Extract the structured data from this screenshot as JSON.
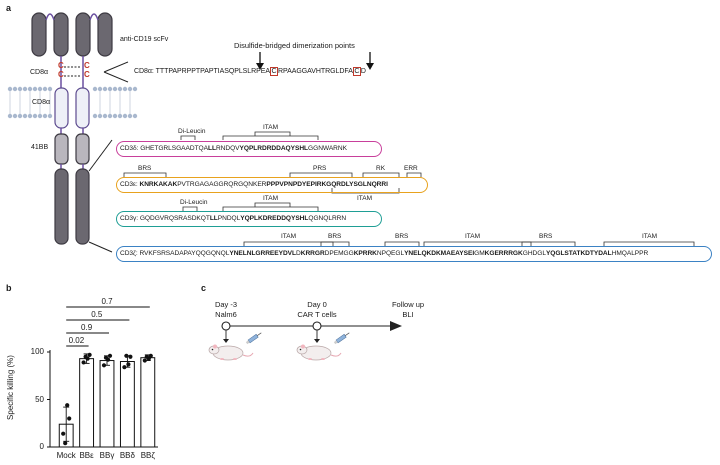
{
  "panel_a": {
    "letter": "a",
    "scfv_label": "anti-CD19 scFv",
    "cd8a_label": "CD8α",
    "cd8a_tm_label": "CD8α",
    "c_left": [
      "C",
      "C"
    ],
    "c_right": [
      "C",
      "C"
    ],
    "bb_label": "41BB",
    "dimer_label": "Disulfide-bridged dimerization points",
    "cd8a_seq": "CD8α: TTTPAPRPPTPAPTIASQPLSLRPEA",
    "cd8a_seq_c1": "C",
    "cd8a_seq_mid": "RPAAGGAVHTRGLDFA",
    "cd8a_seq_c2": "C",
    "cd8a_seq_end": "D",
    "domains": [
      {
        "name": "CD3δ",
        "color": "#c83f9b",
        "labels": [
          "Di-Leucin",
          "ITAM"
        ],
        "seq_plain1": "CD3δ: GHETGRLSGAADTQA",
        "seq_bold1": "LL",
        "seq_plain2": "RNDQV",
        "seq_bold2": "YQPLRDRDDAQYSHL",
        "seq_plain3": "GGNWARNK"
      },
      {
        "name": "CD3ε",
        "color": "#e8a21e",
        "labels": [
          "BRS",
          "PRS",
          "RK",
          "ERR",
          "ITAM"
        ],
        "seq_plain1": "CD3ε: ",
        "seq_bold1": "KNRKAKAK",
        "seq_plain2": "PVTRGAGAGGRQRGQNKER",
        "seq_bold2": "PPPVPNPDYEPIRKGQRDLYSGLNQRRI",
        "seq_plain3": ""
      },
      {
        "name": "CD3γ",
        "color": "#1f9e95",
        "labels": [
          "Di-Leucin",
          "ITAM"
        ],
        "seq_plain1": "CD3γ: GQDGVRQSRASDKQT",
        "seq_bold1": "LL",
        "seq_plain2": "PNDQL",
        "seq_bold2": "YQPLKDREDDQYSHL",
        "seq_plain3": "QGNQLRRN"
      },
      {
        "name": "CD3ζ",
        "color": "#3b82c4",
        "labels": [
          "ITAM",
          "BRS",
          "BRS",
          "ITAM",
          "BRS",
          "ITAM"
        ],
        "seq_p1": "CD3ζ: RVKFSRSADAPAYQQGQNQL",
        "seq_b1": "YNELNLGRREEYDVL",
        "seq_p2": "D",
        "seq_b2": "KRRGR",
        "seq_p3": "DPEMGG",
        "seq_b3": "KPRRK",
        "seq_p4": "NPQEGL",
        "seq_b4": "YNELQKDKMAEAYSEI",
        "seq_p5": "GM",
        "seq_b5": "KGERRRGK",
        "seq_p6": "GHDGL",
        "seq_b6": "YQGLSTATKDTYDAL",
        "seq_p7": "HMQALPPR"
      }
    ]
  },
  "panel_b": {
    "letter": "b",
    "chart_data": {
      "type": "bar",
      "categories": [
        "Mock",
        "BBε",
        "BBγ",
        "BBδ",
        "BBζ"
      ],
      "values": [
        24,
        93,
        91,
        90,
        94
      ],
      "error": [
        18,
        5,
        5,
        6,
        3
      ],
      "points": [
        [
          14,
          44,
          30,
          4
        ],
        [
          89,
          93,
          97,
          95
        ],
        [
          86,
          92,
          96,
          94
        ],
        [
          84,
          87,
          95,
          96
        ],
        [
          91,
          93,
          96,
          95
        ]
      ],
      "ylabel": "Specific killing (%)",
      "ylim": [
        0,
        100
      ],
      "yticks": [
        0,
        50,
        100
      ],
      "pvalues": [
        "0.7",
        "0.5",
        "0.9",
        "0.02"
      ]
    }
  },
  "panel_c": {
    "letter": "c",
    "events": [
      {
        "line1": "Day -3",
        "line2": "Nalm6"
      },
      {
        "line1": "Day 0",
        "line2": "CAR T cells"
      },
      {
        "line1": "Follow up",
        "line2": "BLI"
      }
    ]
  }
}
